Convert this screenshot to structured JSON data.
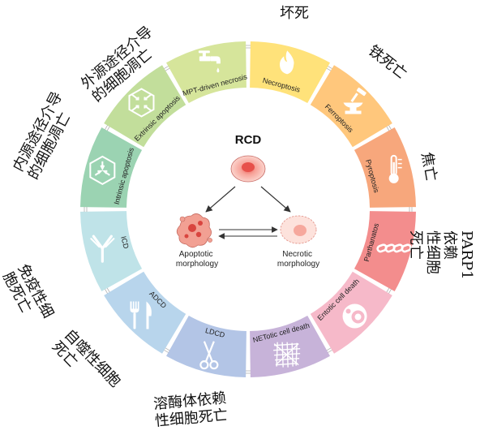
{
  "center": {
    "title": "RCD",
    "apoptotic_label": "Apoptotic\nmorphology",
    "necrotic_label": "Necrotic\nmorphology"
  },
  "segments": [
    {
      "id": "mpt",
      "label": "MPT-driven necrosis",
      "color": "#d6e59b",
      "icon": "faucet-icon"
    },
    {
      "id": "necroptosis",
      "label": "Necroptosis",
      "color": "#ffe27a",
      "icon": "fire-icon"
    },
    {
      "id": "ferroptosis",
      "label": "Ferroptosis",
      "color": "#ffc77c",
      "icon": "anvil-hammer-icon"
    },
    {
      "id": "pyroptosis",
      "label": "Pyroptosis",
      "color": "#f7a77c",
      "icon": "thermometer-icon"
    },
    {
      "id": "parthanatos",
      "label": "Parthanatos",
      "color": "#f38d8d",
      "icon": "chain-icon"
    },
    {
      "id": "entotic",
      "label": "Entotic cell death",
      "color": "#f6b9c9",
      "icon": "cell-in-cell-icon"
    },
    {
      "id": "netotic",
      "label": "NETotic cell death",
      "color": "#c7b3d9",
      "icon": "net-icon"
    },
    {
      "id": "ldcd",
      "label": "LDCD",
      "color": "#b3c5e6",
      "icon": "scissors-icon"
    },
    {
      "id": "adcd",
      "label": "ADCD",
      "color": "#b8d5ec",
      "icon": "fork-knife-icon"
    },
    {
      "id": "icd",
      "label": "ICD",
      "color": "#bfe3e8",
      "icon": "antibody-icon"
    },
    {
      "id": "intrinsic",
      "label": "Intrinsic apoptosis",
      "color": "#9bd3b2",
      "icon": "hexagon-inward-icon"
    },
    {
      "id": "extrinsic",
      "label": "Extrinsic apoptosis",
      "color": "#c2de9b",
      "icon": "hexagon-outward-icon"
    }
  ],
  "annotations": {
    "necroptosis_cn": "坏死",
    "ferroptosis_cn": "铁死亡",
    "pyroptosis_cn": "焦亡",
    "parthanatos_cn": "PARP1依赖\n性细胞死亡",
    "ldcd_cn": "溶酶体依赖\n性细胞死亡",
    "adcd_cn": "自噬性细胞\n死亡",
    "icd_cn": "免疫性细\n胞死亡",
    "intrinsic_cn": "内源途径介导\n的细胞凋亡",
    "extrinsic_cn": "外源途径介导\n的细胞凋亡"
  }
}
